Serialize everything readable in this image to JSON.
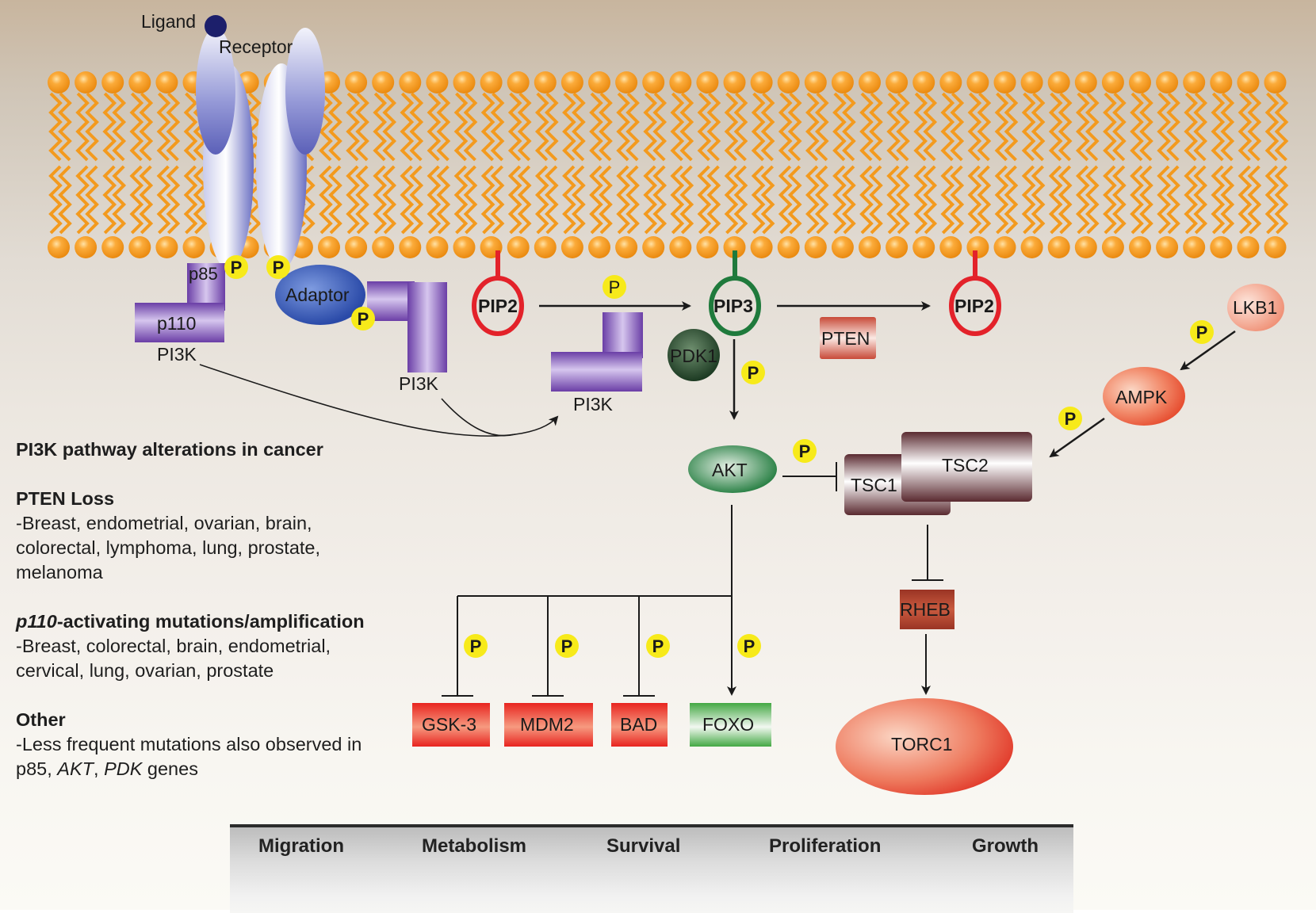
{
  "title": "PI3K signaling pathway",
  "membrane": {
    "ligand_label": "Ligand",
    "receptor_label": "Receptor",
    "colors": {
      "lipid": "#f39a1e",
      "receptor": "#7a7fc9",
      "ligand": "#1c1f6b"
    }
  },
  "nodes": {
    "p85": "p85",
    "p110": "p110",
    "pi3k_left": "PI3K",
    "adaptor": "Adaptor",
    "pi3k_adaptor": "PI3K",
    "pi3k_center": "PI3K",
    "pip2_left": "PIP2",
    "pip3": "PIP3",
    "pip2_right": "PIP2",
    "pdk1": "PDK1",
    "pten": "PTEN",
    "lkb1": "LKB1",
    "ampk": "AMPK",
    "akt": "AKT",
    "tsc1": "TSC1",
    "tsc2": "TSC2",
    "rheb": "RHEB",
    "torc1": "TORC1",
    "gsk3": "GSK-3",
    "mdm2": "MDM2",
    "bad": "BAD",
    "foxo": "FOXO"
  },
  "phospho_label": "P",
  "colors": {
    "phospho": "#f7ea1a",
    "pip2": "#e3222a",
    "pip3": "#1f7a3c",
    "pi3k": "#7b4fb3",
    "inhibited_target": "#e8402f",
    "activated_target": "#4cb04f",
    "tsc": "#5a2a30",
    "rheb": "#b2402c"
  },
  "legend": {
    "heading": "PI3K pathway alterations in cancer",
    "sections": [
      {
        "title": "PTEN Loss",
        "title_italic_prefix": "",
        "lines": [
          "-Breast, endometrial, ovarian, brain,",
          "colorectal, lymphoma, lung, prostate,",
          "melanoma"
        ]
      },
      {
        "title": "-activating mutations/amplification",
        "title_italic_prefix": "p110",
        "lines": [
          "-Breast, colorectal, brain, endometrial,",
          "cervical, lung, ovarian, prostate"
        ]
      },
      {
        "title": "Other",
        "title_italic_prefix": "",
        "lines": [
          "-Less frequent mutations also observed in"
        ],
        "last_line": {
          "pre": "p85, ",
          "italic1": "AKT",
          "mid": ", ",
          "italic2": "PDK",
          "post": " genes"
        }
      }
    ]
  },
  "outcomes": [
    "Migration",
    "Metabolism",
    "Survival",
    "Proliferation",
    "Growth"
  ]
}
